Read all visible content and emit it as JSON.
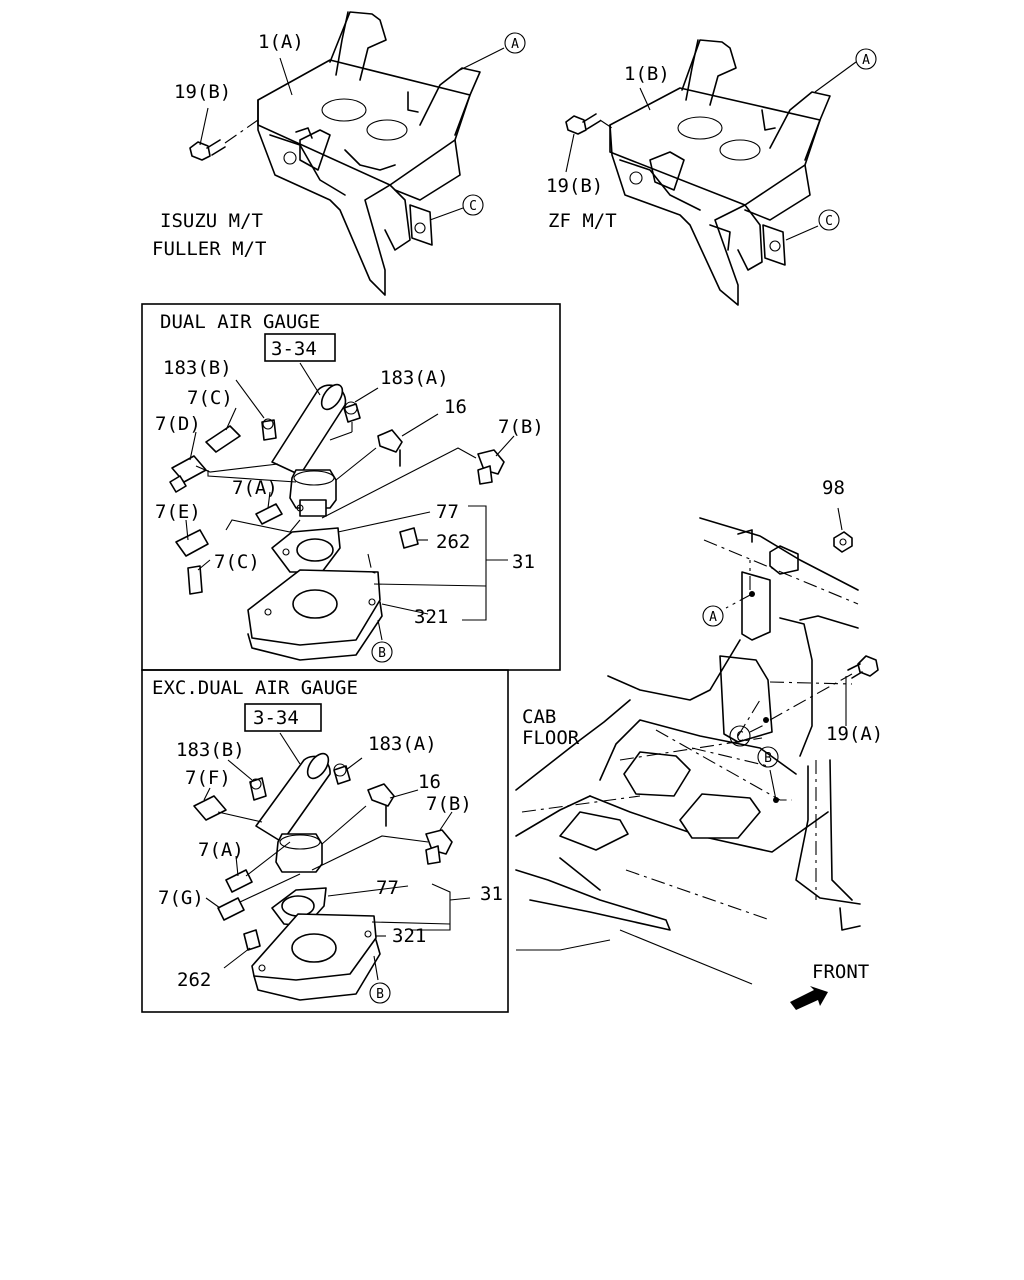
{
  "brackets": {
    "left": {
      "part": "1(A)",
      "bolt": "19(B)",
      "ref_a": "A",
      "ref_c": "C",
      "note_1": "ISUZU M/T",
      "note_2": "FULLER M/T"
    },
    "right": {
      "part": "1(B)",
      "bolt": "19(B)",
      "ref_a": "A",
      "ref_c": "C",
      "note": "ZF M/T"
    }
  },
  "dual_panel": {
    "title": "DUAL AIR GAUGE",
    "ref_box": "3-34",
    "labels": {
      "p183b": "183(B)",
      "p183a": "183(A)",
      "p7c_top": "7(C)",
      "p7d": "7(D)",
      "p16": "16",
      "p7b": "7(B)",
      "p7a": "7(A)",
      "p7e": "7(E)",
      "p77": "77",
      "p262": "262",
      "p31": "31",
      "p7c_bot": "7(C)",
      "p321": "321",
      "ref_b": "B"
    }
  },
  "exc_panel": {
    "title": "EXC.DUAL AIR GAUGE",
    "ref_box": "3-34",
    "labels": {
      "p183b": "183(B)",
      "p183a": "183(A)",
      "p7f": "7(F)",
      "p16": "16",
      "p7b": "7(B)",
      "p7a": "7(A)",
      "p77": "77",
      "p31": "31",
      "p7g": "7(G)",
      "p321": "321",
      "p262": "262",
      "ref_b": "B"
    }
  },
  "cab": {
    "p98": "98",
    "p19a": "19(A)",
    "cab_line1": "CAB",
    "cab_line2": "FLOOR",
    "front": "FRONT",
    "ref_a": "A",
    "ref_c": "C",
    "ref_b": "B"
  }
}
